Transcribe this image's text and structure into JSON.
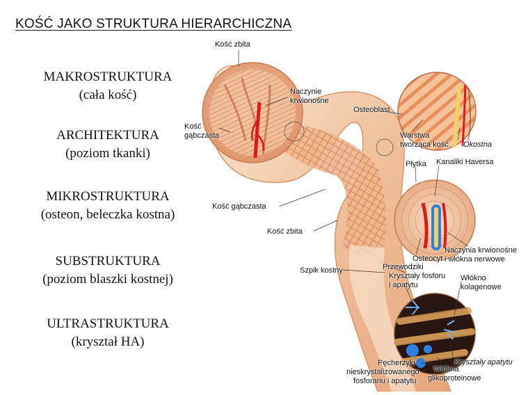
{
  "page_title": "KOŚĆ JAKO STRUKTURA HIERARCHICZNA",
  "levels": [
    {
      "name": "MAKROSTRUKTURA",
      "desc": "(cała kość)"
    },
    {
      "name": "ARCHITEKTURA",
      "desc": "(poziom tkanki)"
    },
    {
      "name": "MIKROSTRUKTURA",
      "desc": "(osteon, beleczka kostna)"
    },
    {
      "name": "SUBSTRUKTURA",
      "desc": "(poziom blaszki kostnej)"
    },
    {
      "name": "ULTRASTRUKTURA",
      "desc": "(kryształ HA)"
    }
  ],
  "labels": {
    "kosc_zbita_top": "Kość zbita",
    "naczynie_1": "Naczynie",
    "naczynie_2": "krwionośne",
    "kosc_gabczasta_left_1": "Kość",
    "kosc_gabczasta_left_2": "gąbczasta",
    "kosc_gabczasta_mid": "Kość gąbczasta",
    "kosc_zbita_mid": "Kość zbita",
    "szpik_kostny": "Szpik kostny",
    "osteoblast": "Osteoblast",
    "warstwa_1": "Warstwa",
    "warstwa_2": "tworząca kość",
    "okostna": "Okostna",
    "plytka": "Płytka",
    "kanaliki": "Kanaliki Haversa",
    "osteocyt": "Osteocyt",
    "naczynia_1": "Naczynia krwionośne",
    "naczynia_2": "i włókna nerwowe",
    "przewodziki": "Przewodziki",
    "krysztaly_fosforu_1": "Kryształy fosforu",
    "krysztaly_fosforu_2": "i apatytu",
    "wlokno_1": "Włókno",
    "wlokno_2": "kolagenowe",
    "pecherzyki_1": "Pęcherzyki",
    "pecherzyki_2": "nieskrystalizowanego",
    "pecherzyki_3": "fosforanu i apatytu",
    "wlokna_glik_1": "Włókna",
    "wlokna_glik_2": "glikoproteinowe",
    "krysztaly_apatytu": "Kryształy apatytu"
  },
  "colors": {
    "bone_light": "#f6dcc0",
    "bone_mid": "#eab58f",
    "bone_dark": "#c96a45",
    "vessel_red": "#e01818",
    "ultra_bg": "#2a1610",
    "collagen": "#d9a05a",
    "crystal_blue": "#2f7fe0"
  }
}
